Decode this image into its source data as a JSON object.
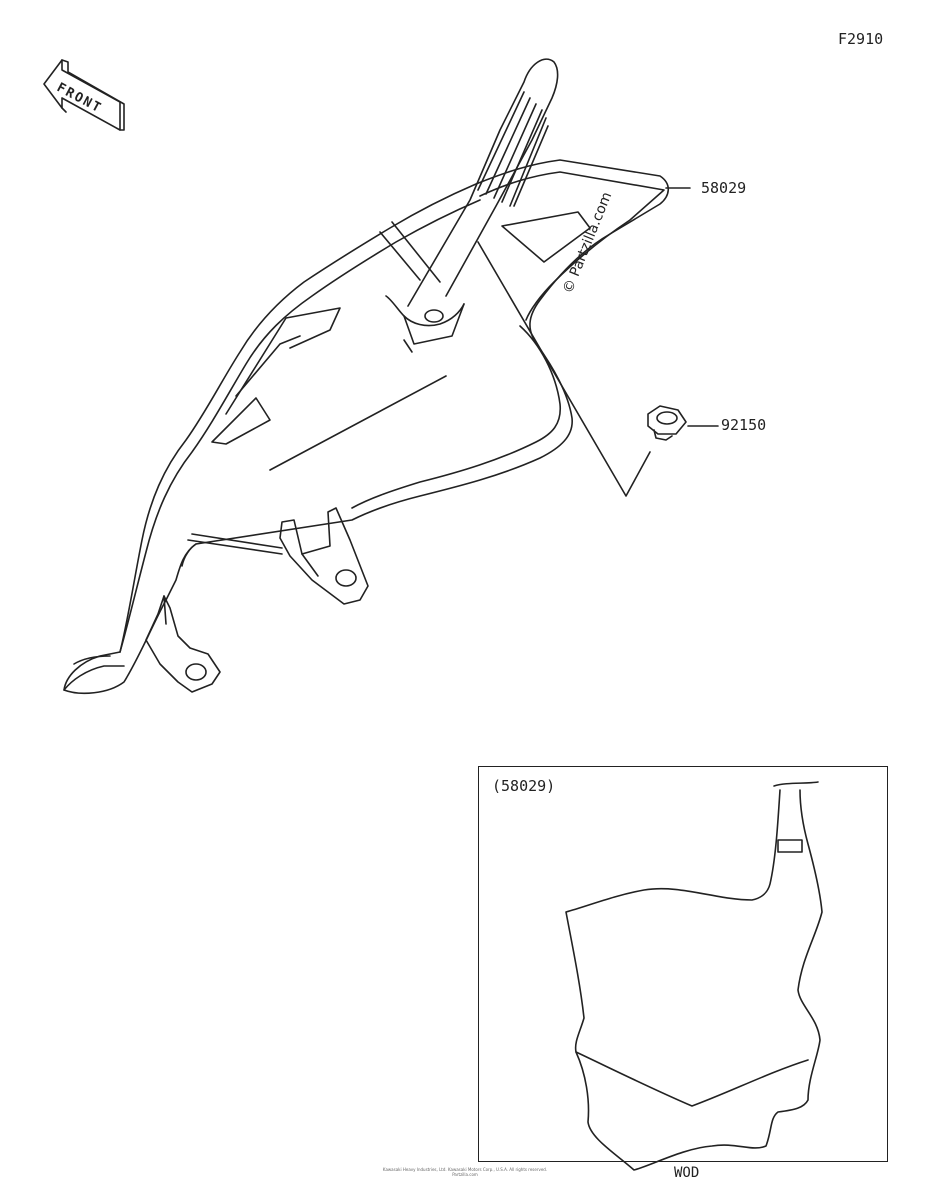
{
  "figure_code": "F2910",
  "front_arrow": {
    "text": "FRONT",
    "icon": "front-arrow-icon"
  },
  "callouts": [
    {
      "part_number": "58029"
    },
    {
      "part_number": "92150"
    }
  ],
  "watermark": "© Partzilla.com",
  "inset": {
    "label": "(58029)"
  },
  "variant_code": "WOD",
  "copyright": [
    "Kawasaki Heavy Industries, Ltd. Kawasaki Motors Corp., U.S.A. All rights reserved.",
    "Partzilla.com"
  ]
}
